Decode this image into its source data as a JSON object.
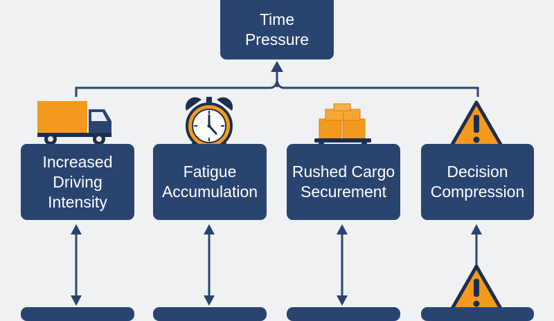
{
  "diagram": {
    "top_node": {
      "lines": [
        "Time",
        "Pressure"
      ]
    },
    "factors": [
      {
        "lines": [
          "Increased",
          "Driving",
          "Intensity"
        ],
        "icon": "delivery-truck-icon"
      },
      {
        "lines": [
          "Fatigue",
          "Accumulation"
        ],
        "icon": "alarm-clock-icon"
      },
      {
        "lines": [
          "Rushed Cargo",
          "Securement"
        ],
        "icon": "cargo-cart-icon"
      },
      {
        "lines": [
          "Decision",
          "Compression"
        ],
        "icon": "warning-triangle-icon"
      }
    ],
    "bottom_row_icon": "warning-triangle-icon",
    "colors": {
      "background": "#f0f1f3",
      "box": "#2a4470",
      "connector": "#2a4470",
      "accent_orange": "#f39a1e"
    }
  }
}
